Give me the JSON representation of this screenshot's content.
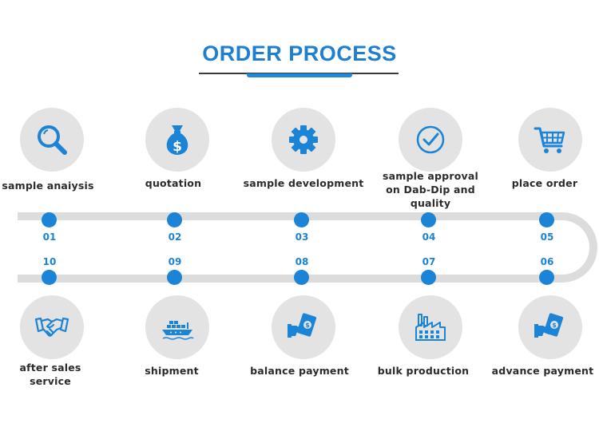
{
  "title": "ORDER PROCESS",
  "steps": [
    {
      "num": "01",
      "label": "sample anaiysis",
      "icon": "magnifier-icon"
    },
    {
      "num": "02",
      "label": "quotation",
      "icon": "money-bag-icon"
    },
    {
      "num": "03",
      "label": "sample development",
      "icon": "gear-icon"
    },
    {
      "num": "04",
      "label": "sample approval on Dab-Dip and quality",
      "icon": "checkmark-icon"
    },
    {
      "num": "05",
      "label": "place order",
      "icon": "shopping-cart-icon"
    },
    {
      "num": "06",
      "label": "advance payment",
      "icon": "hand-money-icon"
    },
    {
      "num": "07",
      "label": "bulk production",
      "icon": "factory-icon"
    },
    {
      "num": "08",
      "label": "balance payment",
      "icon": "hand-money-icon"
    },
    {
      "num": "09",
      "label": "shipment",
      "icon": "cargo-ship-icon"
    },
    {
      "num": "10",
      "label": "after sales service",
      "icon": "handshake-icon"
    }
  ],
  "colors": {
    "accent": "#1b84d6",
    "title": "#1e7fd0",
    "track": "#dcdcdc",
    "circle": "#e3e3e3",
    "text": "#2b2b2b"
  }
}
